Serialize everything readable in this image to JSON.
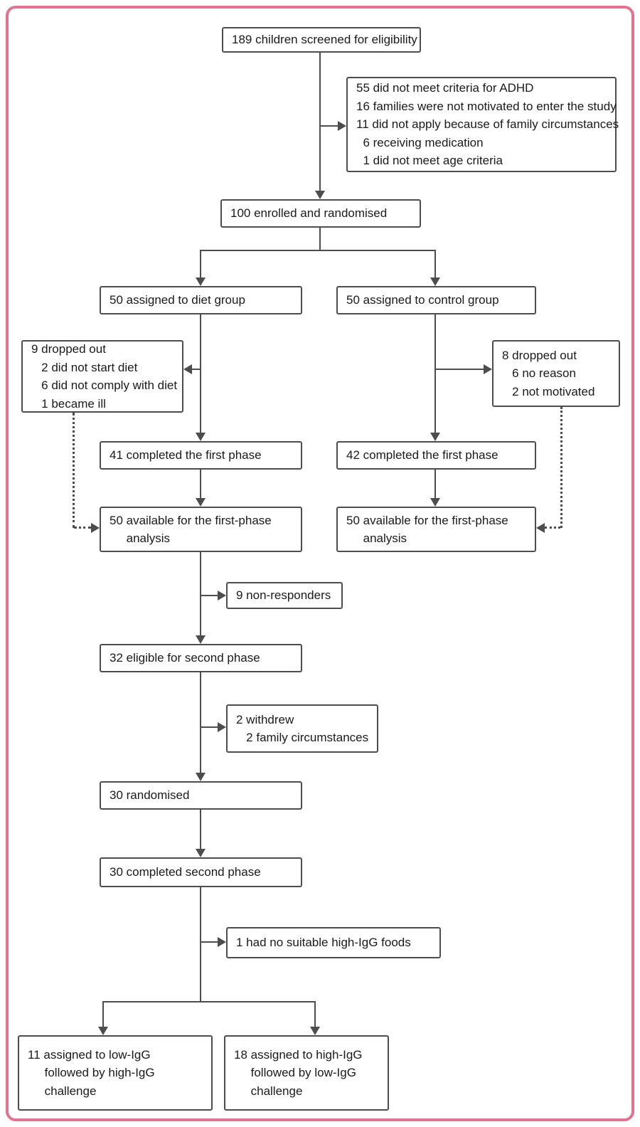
{
  "colors": {
    "frame": "#e0738f",
    "line": "#4d4d4d",
    "box_border": "#4d4d4d",
    "text": "#1a1a1a"
  },
  "figure": {
    "boxes": {
      "screened": "189 children screened for eligibility",
      "excluded": "55 did not meet criteria for ADHD\n16 families were not motivated to enter the study\n11 did not apply because of family circumstances\n  6 receiving medication\n  1 did not meet age criteria",
      "enrolled": "100 enrolled and randomised",
      "diet_group": "50 assigned to diet group",
      "control_group": "50 assigned to control group",
      "diet_dropout": "9 dropped out\n   2 did not start diet\n   6 did not comply with diet\n   1 became ill",
      "control_dropout": "8 dropped out\n   6 no reason\n   2 not motivated",
      "diet_completed_first": "41 completed the first phase",
      "control_completed_first": "42 completed the first phase",
      "diet_analysis": "50 available for the first-phase\n     analysis",
      "control_analysis": "50 available for the first-phase\n     analysis",
      "non_responders": "9 non-responders",
      "eligible_second": "32 eligible for second phase",
      "withdrew": "2 withdrew\n   2 family circumstances",
      "randomised_second": "30 randomised",
      "completed_second": "30 completed second phase",
      "no_suitable_foods": "1 had no suitable high-IgG foods",
      "low_igg": "11 assigned to low-IgG\n     followed by high-IgG\n     challenge",
      "high_igg": "18 assigned to high-IgG\n     followed by low-IgG\n     challenge"
    }
  }
}
